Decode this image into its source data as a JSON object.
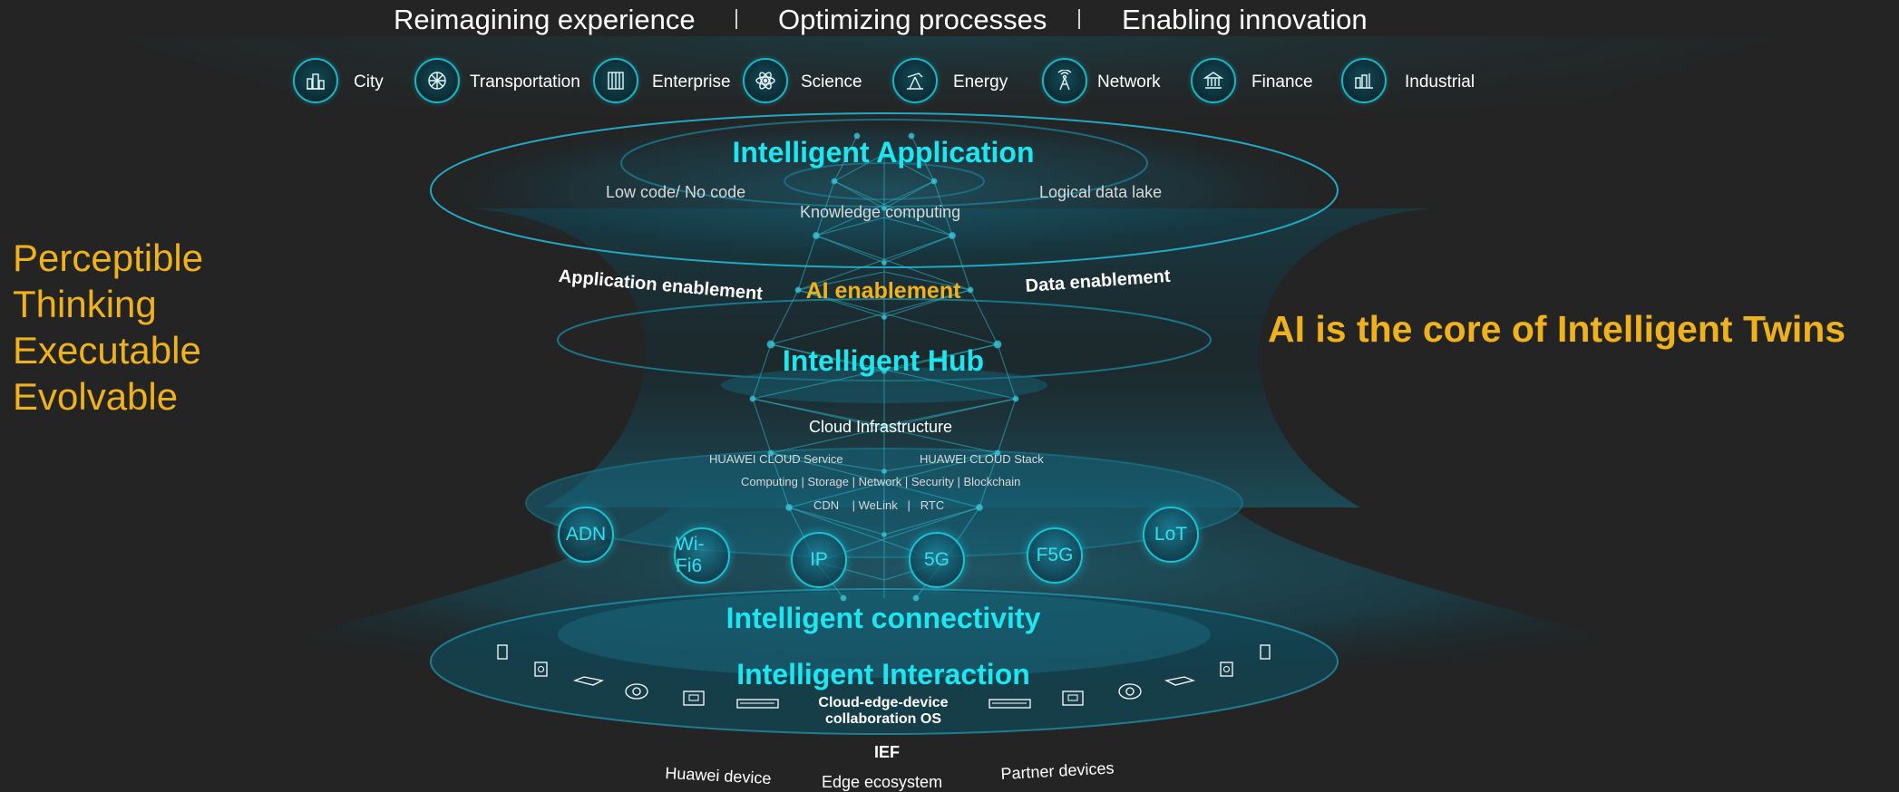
{
  "header": {
    "items": [
      "Reimagining experience",
      "Optimizing processes",
      "Enabling innovation"
    ]
  },
  "industries": [
    {
      "label": "City",
      "icon": "city-icon"
    },
    {
      "label": "Transportation",
      "icon": "transportation-icon"
    },
    {
      "label": "Enterprise",
      "icon": "enterprise-icon"
    },
    {
      "label": "Science",
      "icon": "atom-icon"
    },
    {
      "label": "Energy",
      "icon": "oil-pump-icon"
    },
    {
      "label": "Network",
      "icon": "antenna-tower-icon"
    },
    {
      "label": "Finance",
      "icon": "bank-icon"
    },
    {
      "label": "Industrial",
      "icon": "factory-icon"
    }
  ],
  "left_panel": {
    "words": [
      "Perceptible",
      "Thinking",
      "Executable",
      "Evolvable"
    ]
  },
  "right_panel": {
    "statement": "AI is the core of Intelligent Twins"
  },
  "application_layer": {
    "title": "Intelligent Application",
    "left_item": "Low code/ No code",
    "right_item": "Logical data lake",
    "center_item": "Knowledge computing"
  },
  "enablement": {
    "left": "Application enablement",
    "center": "AI enablement",
    "right": "Data enablement"
  },
  "hub_layer": {
    "title": "Intelligent Hub",
    "infrastructure": "Cloud Infrastructure",
    "service_left": "HUAWEI CLOUD Service",
    "service_right": "HUAWEI CLOUD Stack",
    "capabilities": "Computing | Storage | Network | Security | Blockchain",
    "capabilities_2": "CDN    | WeLink   |   RTC"
  },
  "connectivity_layer": {
    "title": "Intelligent connectivity",
    "nodes": [
      "ADN",
      "Wi-Fi6",
      "IP",
      "5G",
      "F5G",
      "LoT"
    ]
  },
  "interaction_layer": {
    "title": "Intelligent Interaction",
    "os_line1": "Cloud-edge-device",
    "os_line2": "collaboration OS",
    "ief": "IEF",
    "left_label": "Huawei device",
    "center_label": "Edge ecosystem",
    "right_label": "Partner devices"
  },
  "colors": {
    "accent_cyan": "#1ee6f0",
    "accent_gold": "#f0b21c",
    "background": "#242424"
  }
}
